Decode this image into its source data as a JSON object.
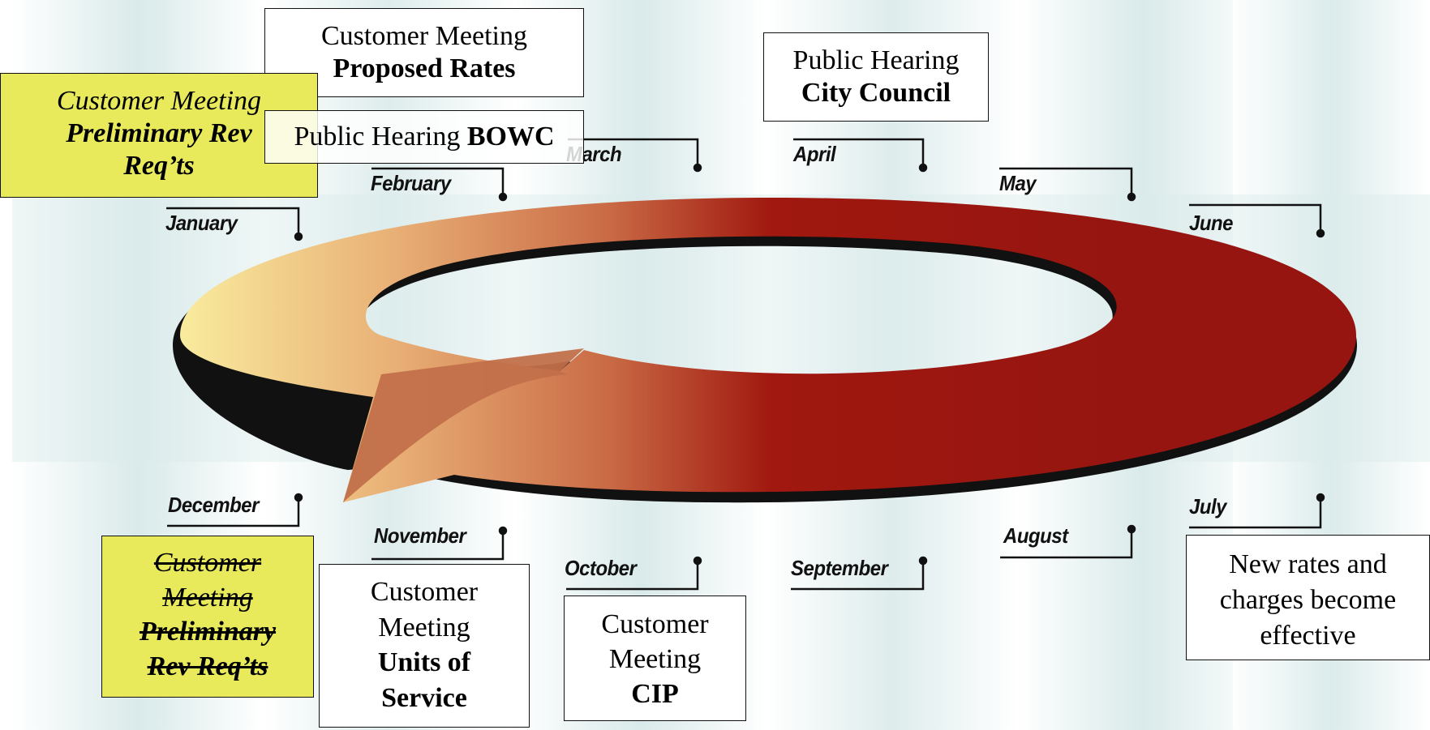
{
  "colors": {
    "arrow_dark": "#9b1610",
    "arrow_light": "#f8e79a",
    "highlight_yellow": "#e8ea5c",
    "band": "#dfeeee"
  },
  "months": {
    "january": "January",
    "february": "February",
    "march": "March",
    "april": "April",
    "may": "May",
    "june": "June",
    "july": "July",
    "august": "August",
    "september": "September",
    "october": "October",
    "november": "November",
    "december": "December"
  },
  "boxes": {
    "proposed_rates": {
      "line1": "Customer Meeting",
      "line2": "Proposed Rates"
    },
    "city_council": {
      "line1": "Public Hearing",
      "line2": "City Council"
    },
    "prelim_top": {
      "line1": "Customer Meeting",
      "line2": "Preliminary Rev",
      "line3": "Req’ts"
    },
    "bowc": {
      "line1": "Public Hearing ",
      "line2": "BOWC"
    },
    "prelim_bottom": {
      "line1": "Customer",
      "line2": "Meeting",
      "line3": "Preliminary",
      "line4": "Rev Req’ts"
    },
    "units_of_service": {
      "line1": "Customer",
      "line2": "Meeting",
      "line3": "Units of",
      "line4": "Service"
    },
    "cip": {
      "line1": "Customer",
      "line2": "Meeting",
      "line3": "CIP"
    },
    "new_rates": {
      "line1": "New rates and",
      "line2": "charges become",
      "line3": "effective"
    }
  }
}
